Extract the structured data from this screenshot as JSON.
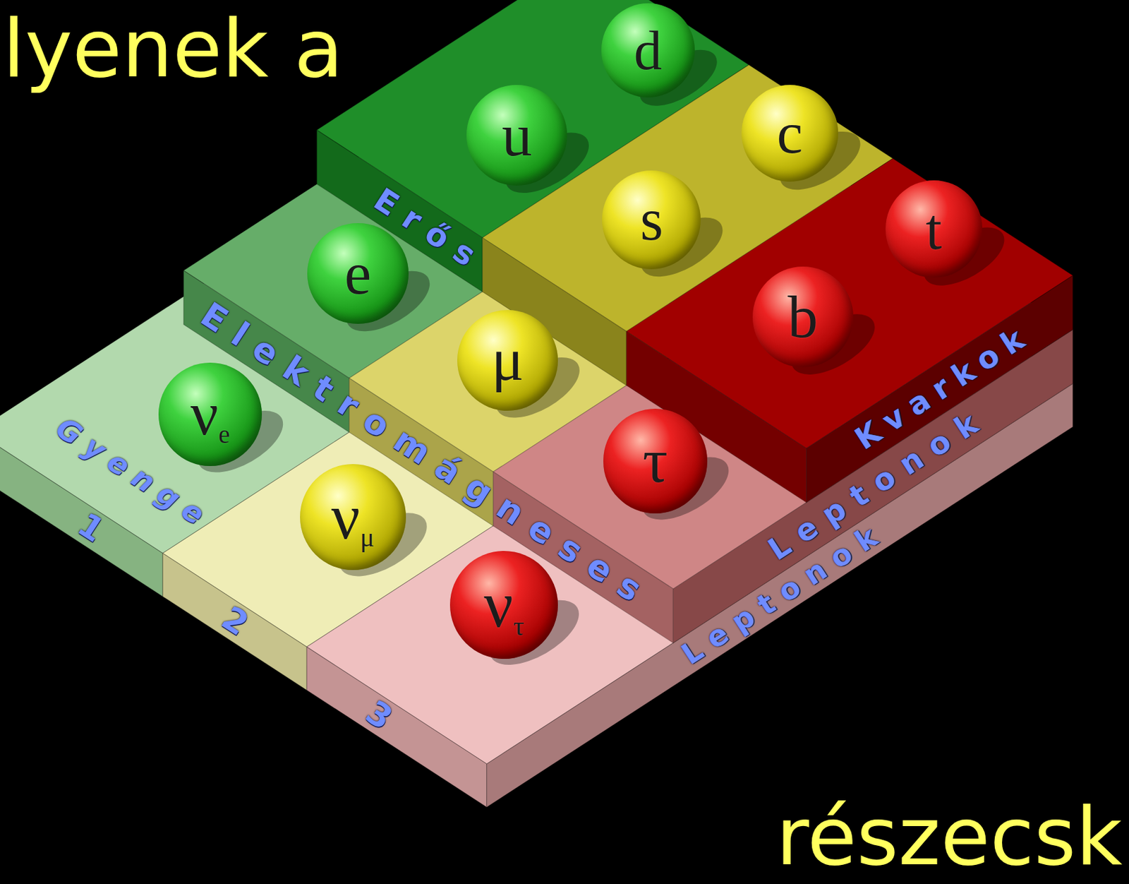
{
  "diagram": {
    "title": "lyenek a",
    "caption": "részecsk",
    "nodes": [
      {
        "text": [
          "d"
        ]
      },
      {
        "text": [
          "u"
        ]
      },
      {
        "text": [
          "c"
        ]
      },
      {
        "text": [
          "s"
        ]
      },
      {
        "text": [
          "t"
        ]
      },
      {
        "text": [
          "e"
        ]
      },
      {
        "text": [
          "b"
        ]
      },
      {
        "text": [
          "μ"
        ]
      },
      {
        "text": [
          "νe"
        ]
      },
      {
        "text": [
          "τ"
        ]
      },
      {
        "text": [
          "νμ"
        ]
      },
      {
        "text": [
          "ντ"
        ]
      }
    ],
    "labels": [
      "Erős",
      "Kvarkok",
      "Elektromágneses",
      "Leptonok",
      "Gyenge",
      "Leptonok",
      "1",
      "2",
      "3"
    ]
  }
}
